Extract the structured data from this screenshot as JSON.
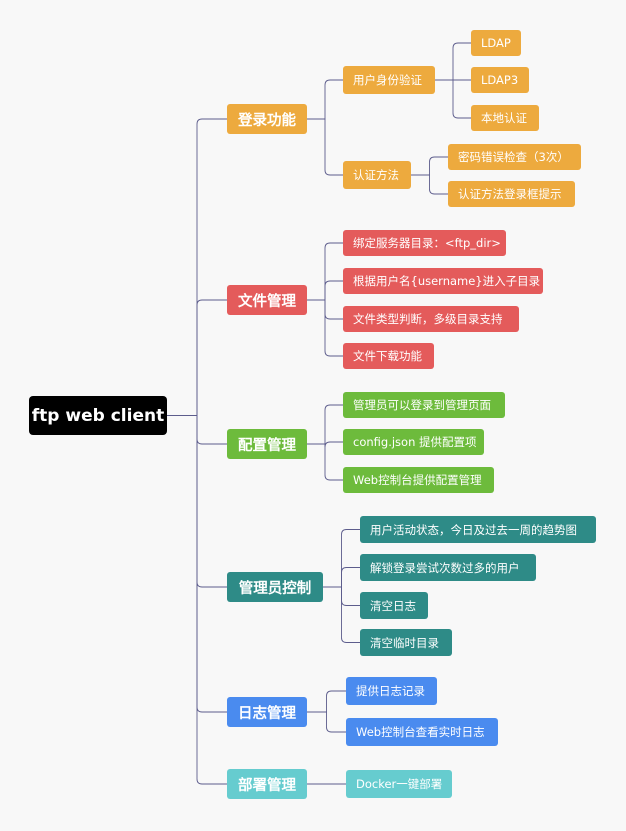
{
  "diagram": {
    "root": "ftp web client",
    "branches": [
      {
        "label": "登录功能",
        "color": "#EDAA3E",
        "children": [
          {
            "label": "用户身份验证",
            "children": [
              "LDAP",
              "LDAP3",
              "本地认证"
            ]
          },
          {
            "label": "认证方法",
            "children": [
              "密码错误检查（3次）",
              "认证方法登录框提示"
            ]
          }
        ]
      },
      {
        "label": "文件管理",
        "color": "#E45B5B",
        "children": [
          {
            "label": "绑定服务器目录：<ftp_dir>"
          },
          {
            "label": "根据用户名{username}进入子目录"
          },
          {
            "label": "文件类型判断，多级目录支持"
          },
          {
            "label": "文件下载功能"
          }
        ]
      },
      {
        "label": "配置管理",
        "color": "#6DBB3C",
        "children": [
          {
            "label": "管理员可以登录到管理页面"
          },
          {
            "label": "config.json 提供配置项"
          },
          {
            "label": "Web控制台提供配置管理"
          }
        ]
      },
      {
        "label": "管理员控制",
        "color": "#2E8B87",
        "children": [
          {
            "label": "用户活动状态，今日及过去一周的趋势图"
          },
          {
            "label": "解锁登录尝试次数过多的用户"
          },
          {
            "label": "清空日志"
          },
          {
            "label": "清空临时目录"
          }
        ]
      },
      {
        "label": "日志管理",
        "color": "#4A8BEF",
        "children": [
          {
            "label": "提供日志记录"
          },
          {
            "label": "Web控制台查看实时日志"
          }
        ]
      },
      {
        "label": "部署管理",
        "color": "#66CCCF",
        "children": [
          {
            "label": "Docker一键部署"
          }
        ]
      }
    ],
    "line_color": "#5C5C8C"
  }
}
